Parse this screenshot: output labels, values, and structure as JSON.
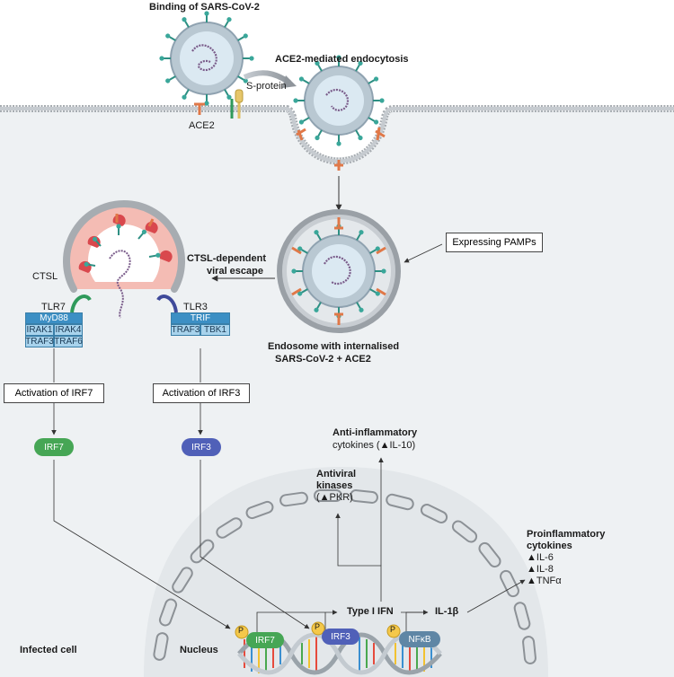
{
  "labels": {
    "binding": "Binding of SARS-CoV-2",
    "endocytosis": "ACE2-mediated endocytosis",
    "sprotein": "S-protein",
    "ace2": "ACE2",
    "expressing_pamps": "Expressing PAMPs",
    "ctsl_escape_1": "CTSL-dependent",
    "ctsl_escape_2": "viral escape",
    "ctsl": "CTSL",
    "tlr7": "TLR7",
    "tlr3": "TLR3",
    "endosome_1": "Endosome with internalised",
    "endosome_2": "SARS-CoV-2 + ACE2",
    "activation_irf7": "Activation of IRF7",
    "activation_irf3": "Activation of IRF3",
    "anti_inflam_1": "Anti-inflammatory",
    "anti_inflam_2": "cytokines (▲IL-10)",
    "antiviral_1": "Antiviral",
    "antiviral_2": "kinases",
    "antiviral_3": "(▲PKR)",
    "proinflam_1": "Proinflammatory",
    "proinflam_2": "cytokines",
    "proinflam_3": "▲IL-6",
    "proinflam_4": "▲IL-8",
    "proinflam_5": "▲TNFα",
    "type1_ifn": "Type I IFN",
    "il1b": "IL-1β",
    "infected_cell": "Infected cell",
    "nucleus": "Nucleus"
  },
  "signaling": {
    "myd88": "MyD88",
    "irak1": "IRAK1",
    "irak4": "IRAK4",
    "traf3_left": "TRAF3",
    "traf6": "TRAF6",
    "trif": "TRIF",
    "traf3_right": "TRAF3",
    "tbk1": "TBK1"
  },
  "factors": {
    "irf7": "IRF7",
    "irf3": "IRF3",
    "irf7_dna": "IRF7",
    "irf3_dna": "IRF3",
    "nfkb_dna": "NFκB",
    "p": "P"
  },
  "colors": {
    "cell_fill": "#eef1f3",
    "membrane": "#a7acb1",
    "virus_outer": "#b9c8d2",
    "virus_inner": "#dbe9f2",
    "spike_teal": "#3aa79a",
    "rna": "#7a5c8a",
    "ace2_orange": "#e07848",
    "endolysosome_pink": "#f4bcb4",
    "ctsl_red": "#d9484d",
    "tlr7_green": "#2f9a5b",
    "tlr3_blue": "#3f4a9a",
    "irf7_green": "#46a655",
    "irf3_blue": "#5060b8",
    "nfkb_blue": "#5f86a5",
    "phospho_yellow": "#f4c84a",
    "signal_light": "#a8d3ec",
    "signal_dark": "#3c8fc4"
  }
}
